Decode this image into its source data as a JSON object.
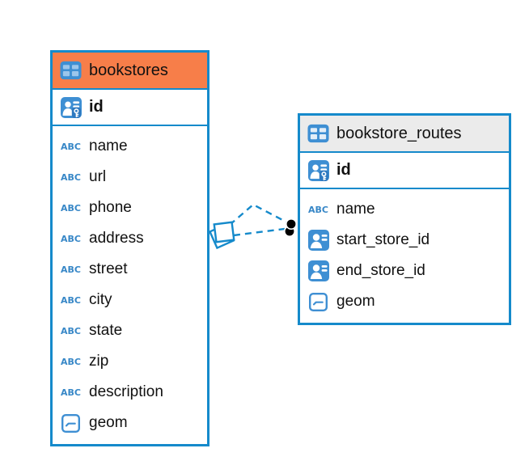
{
  "app": {
    "view": "entity-relationship-diagram"
  },
  "colors": {
    "table_border_blue": "#158ACB",
    "header_orange": "#F77E49",
    "header_gray": "#EBEBEB",
    "icon_blue": "#3E8FD3",
    "type_label_blue": "#3787C7",
    "text_black": "#111111",
    "relationship_blue": "#158ACB",
    "endpoint_dot_black": "#000000"
  },
  "diagram": {
    "type_label": "ABC",
    "tables": [
      {
        "title": "bookstores",
        "header_variant": "orange",
        "header_icon": "table-icon",
        "primary_key": {
          "name": "id",
          "icon": "primary-key-icon"
        },
        "columns": [
          {
            "name": "name",
            "icon": "text-type-icon"
          },
          {
            "name": "url",
            "icon": "text-type-icon"
          },
          {
            "name": "phone",
            "icon": "text-type-icon"
          },
          {
            "name": "address",
            "icon": "text-type-icon"
          },
          {
            "name": "street",
            "icon": "text-type-icon"
          },
          {
            "name": "city",
            "icon": "text-type-icon"
          },
          {
            "name": "state",
            "icon": "text-type-icon"
          },
          {
            "name": "zip",
            "icon": "text-type-icon"
          },
          {
            "name": "description",
            "icon": "text-type-icon"
          },
          {
            "name": "geom",
            "icon": "geometry-type-icon"
          }
        ]
      },
      {
        "title": "bookstore_routes",
        "header_variant": "gray",
        "header_icon": "table-icon",
        "primary_key": {
          "name": "id",
          "icon": "primary-key-icon"
        },
        "columns": [
          {
            "name": "name",
            "icon": "text-type-icon"
          },
          {
            "name": "start_store_id",
            "icon": "reference-type-icon"
          },
          {
            "name": "end_store_id",
            "icon": "reference-type-icon"
          },
          {
            "name": "geom",
            "icon": "geometry-type-icon"
          }
        ]
      }
    ],
    "relationships": [
      {
        "from_table": "bookstores",
        "to_table": "bookstore_routes",
        "line_style": "dashed",
        "source_marker": "stacked-squares",
        "target_marker": "dot"
      },
      {
        "from_table": "bookstores",
        "to_table": "bookstore_routes",
        "line_style": "dashed",
        "source_marker": "stacked-squares",
        "target_marker": "dot"
      }
    ]
  }
}
